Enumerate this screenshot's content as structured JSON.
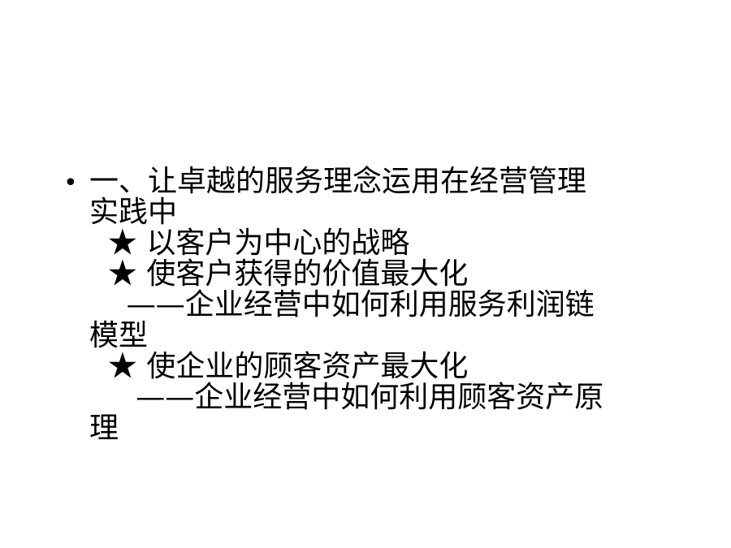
{
  "slide": {
    "bullet_symbol": "•",
    "lines": [
      "一、让卓越的服务理念运用在经营管理",
      "实践中",
      "  ★ 以客户为中心的战略",
      "  ★ 使客户获得的价值最大化",
      "    ——企业经营中如何利用服务利润链",
      "模型",
      "  ★ 使企业的顾客资产最大化",
      "     ——企业经营中如何利用顾客资产原",
      "理"
    ]
  }
}
